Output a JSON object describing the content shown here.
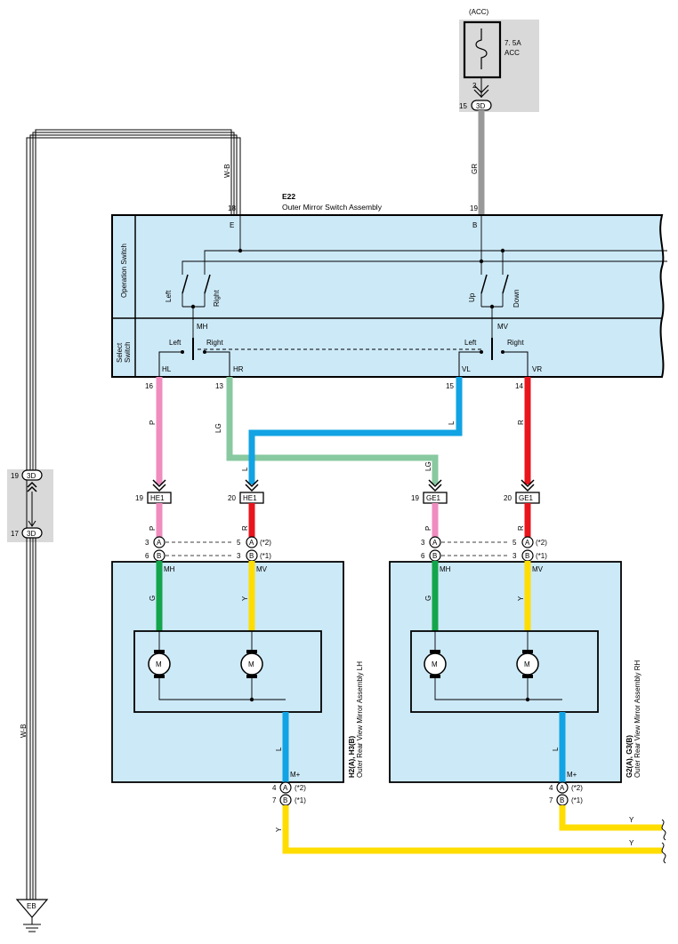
{
  "fuse": {
    "group": "(ACC)",
    "rating": "7. 5A",
    "name": "ACC",
    "pin": "2",
    "conn_pin": "15",
    "conn": "3D"
  },
  "wires": {
    "w_b_top": "W-B",
    "gr": "GR",
    "w_b_side": "W-B",
    "p_left": "P",
    "lg_top": "LG",
    "l_mid": "L",
    "r_right": "R",
    "l_cross": "L",
    "lg_cross": "LG",
    "p_he1": "P",
    "r_he1": "R",
    "p_ge1": "P",
    "r_ge1": "R",
    "g_lh": "G",
    "y_lh": "Y",
    "g_rh": "G",
    "y_rh": "Y",
    "l_lh": "L",
    "l_rh": "L",
    "y_out_lh": "Y",
    "y_rh_out1": "Y",
    "y_rh_out2": "Y"
  },
  "switch_assy": {
    "id": "E22",
    "title": "Outer Mirror Switch Assembly",
    "pin_top_left": "18",
    "pin_top_right": "19",
    "term_e": "E",
    "term_b": "B",
    "section_op": "Operation Switch",
    "section_sel_1": "Select",
    "section_sel_2": "Switch",
    "left": "Left",
    "right": "Right",
    "up": "Up",
    "down": "Down",
    "mh": "MH",
    "mv": "MV",
    "sel_left1": "Left",
    "sel_right1": "Right",
    "sel_left2": "Left",
    "sel_right2": "Right",
    "hl": "HL",
    "hr": "HR",
    "vl": "VL",
    "vr": "VR",
    "pin_16": "16",
    "pin_13": "13",
    "pin_15": "15",
    "pin_14": "14"
  },
  "side_conn": {
    "pin_top": "19",
    "pin_bottom": "17",
    "conn_top": "3D",
    "conn_bottom": "3D"
  },
  "ground": "EB",
  "connectors": {
    "he1_a_pin": "19",
    "he1_a": "HE1",
    "he1_b_pin": "20",
    "he1_b": "HE1",
    "ge1_a_pin": "19",
    "ge1_a": "GE1",
    "ge1_b_pin": "20",
    "ge1_b": "GE1"
  },
  "lh_mirror": {
    "pin_3": "3",
    "pin_6": "6",
    "pin_5": "5",
    "pin_3b": "3",
    "a": "A",
    "b": "B",
    "a2": "A",
    "b2": "B",
    "note_a": "(*2)",
    "note_b": "(*1)",
    "mh": "MH",
    "mv": "MV",
    "motor1": "M",
    "motor2": "M",
    "mplus": "M+",
    "pin_4": "4",
    "pin_7": "7",
    "a3": "A",
    "b3": "B",
    "note_a3": "(*2)",
    "note_b3": "(*1)",
    "id": "H2(A), H3(B)",
    "title": "Outer Rear View Mirror Assembly LH"
  },
  "rh_mirror": {
    "pin_3": "3",
    "pin_6": "6",
    "pin_5": "5",
    "pin_3b": "3",
    "a": "A",
    "b": "B",
    "a2": "A",
    "b2": "B",
    "note_a": "(*2)",
    "note_b": "(*1)",
    "mh": "MH",
    "mv": "MV",
    "motor1": "M",
    "motor2": "M",
    "mplus": "M+",
    "pin_4": "4",
    "pin_7": "7",
    "a3": "A",
    "b3": "B",
    "note_a3": "(*2)",
    "note_b3": "(*1)",
    "id": "G2(A), G3(B)",
    "title": "Outer Rear View Mirror Assembly RH"
  },
  "colors": {
    "panel": "#cce9f7",
    "gray": "#d9d9d9",
    "pink": "#f08cbf",
    "red": "#e8141e",
    "blue": "#11a3e3",
    "light_green": "#88c9a0",
    "green": "#13a54b",
    "yellow": "#ffdd00",
    "gray_wire": "#999999"
  }
}
